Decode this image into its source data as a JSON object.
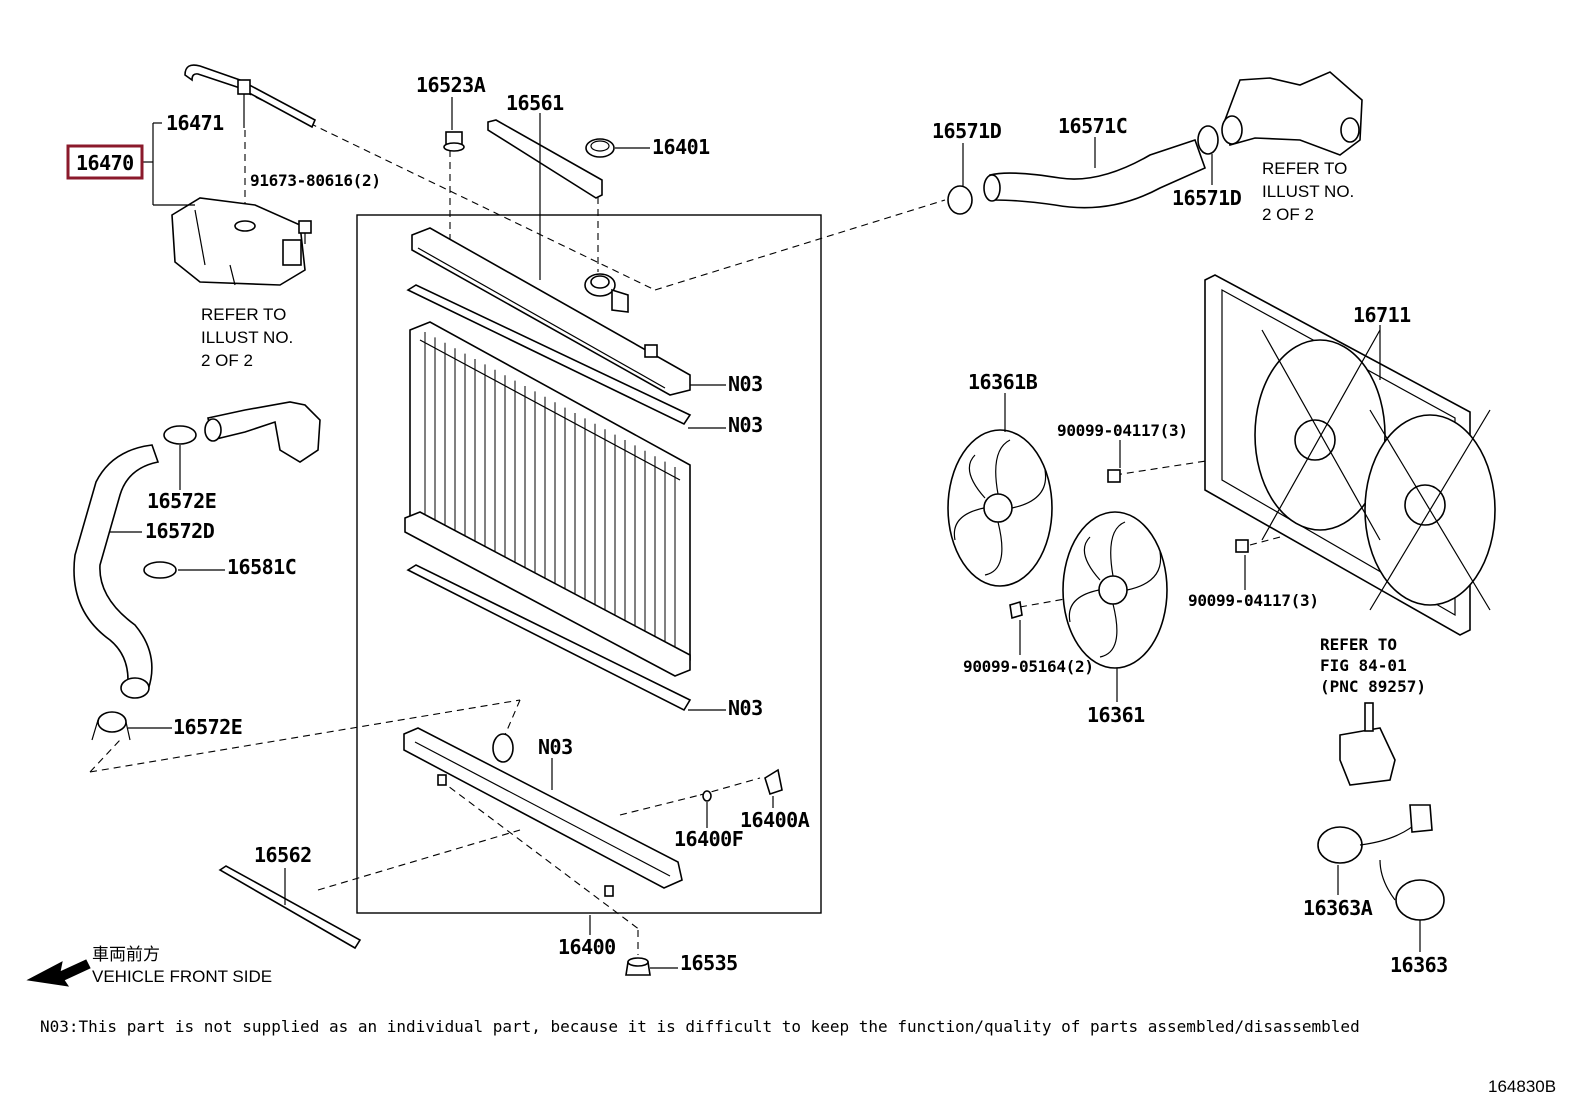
{
  "labels": {
    "p16470": "16470",
    "p16471": "16471",
    "p91673": "91673-80616(2)",
    "p16523A": "16523A",
    "p16561": "16561",
    "p16401": "16401",
    "p16571D_a": "16571D",
    "p16571C": "16571C",
    "p16571D_b": "16571D",
    "p16711": "16711",
    "p16361B": "16361B",
    "p90099_04117_a": "90099-04117(3)",
    "p90099_04117_b": "90099-04117(3)",
    "p90099_05164": "90099-05164(2)",
    "p16361": "16361",
    "p16572E_a": "16572E",
    "p16572D": "16572D",
    "p16581C": "16581C",
    "p16572E_b": "16572E",
    "n03_a": "N03",
    "n03_b": "N03",
    "n03_c": "N03",
    "n03_d": "N03",
    "p16400A": "16400A",
    "p16400F": "16400F",
    "p16562": "16562",
    "p16400": "16400",
    "p16535": "16535",
    "p16363A": "16363A",
    "p16363": "16363"
  },
  "refer_top_right": [
    "REFER TO",
    "ILLUST NO.",
    "2 OF 2"
  ],
  "refer_left": [
    "REFER TO",
    "ILLUST NO.",
    "2 OF 2"
  ],
  "refer_fig": [
    "REFER TO",
    "FIG 84-01",
    "(PNC 89257)"
  ],
  "vehicle_front_jp": "車両前方",
  "vehicle_front": "VEHICLE FRONT SIDE",
  "footnote": "N03:This part is not supplied as an individual part, because it is difficult to keep the function/quality of parts assembled/disassembled",
  "illustration_code": "164830B",
  "highlight_color": "#8b1a2b"
}
